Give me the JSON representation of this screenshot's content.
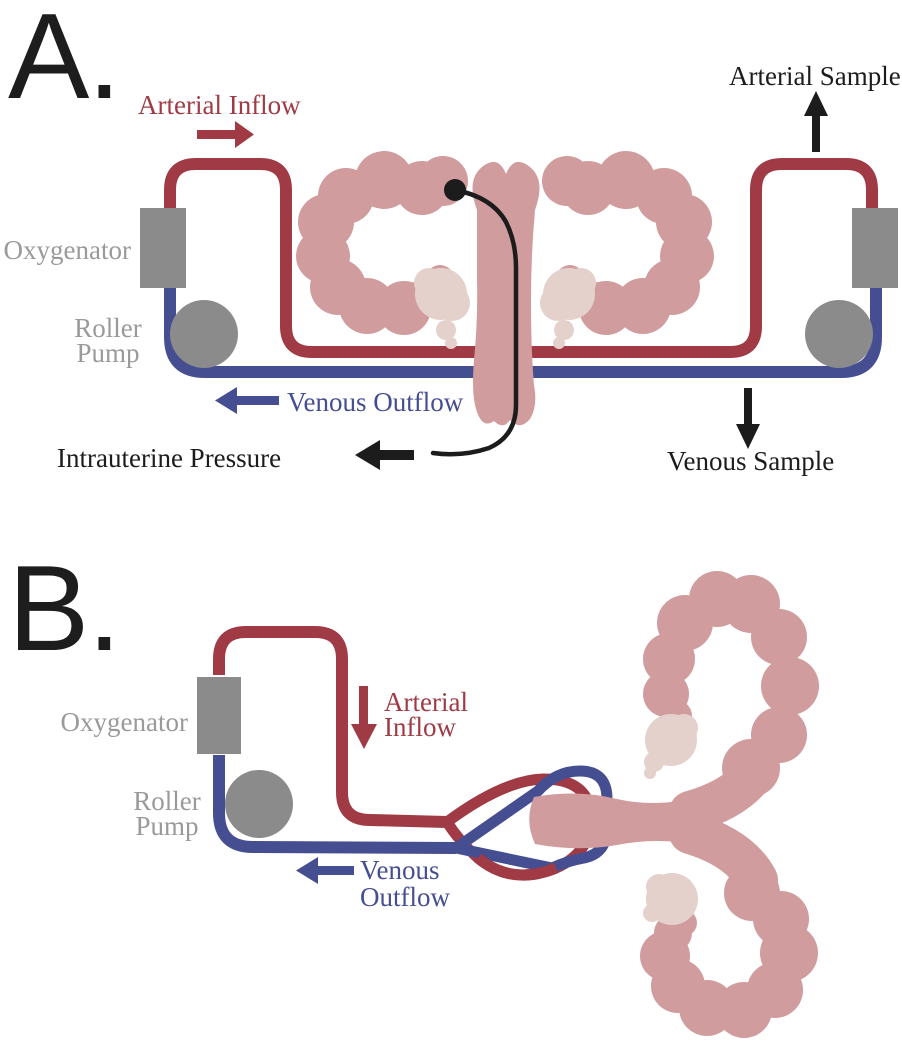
{
  "panel_a": {
    "letter": "A.",
    "labels": {
      "arterial_inflow": "Arterial Inflow",
      "arterial_sample": "Arterial Sample",
      "oxygenator": "Oxygenator",
      "roller_pump": [
        "Roller",
        "Pump"
      ],
      "venous_outflow": "Venous Outflow",
      "intrauterine_pressure": "Intrauterine Pressure",
      "venous_sample": "Venous Sample"
    }
  },
  "panel_b": {
    "letter": "B.",
    "labels": {
      "oxygenator": "Oxygenator",
      "roller_pump": [
        "Roller",
        "Pump"
      ],
      "arterial_inflow": [
        "Arterial",
        "Inflow"
      ],
      "venous_outflow": [
        "Venous",
        "Outflow"
      ]
    }
  },
  "colors": {
    "arterial_red": "#a03b45",
    "venous_blue": "#464e92",
    "uterus_pink": "#d19c9d",
    "ovary_light_pink": "#e5d1cc",
    "device_gray": "#8b8b8b",
    "label_gray": "#9a9a9a",
    "ink_black": "#1c1c1c"
  }
}
